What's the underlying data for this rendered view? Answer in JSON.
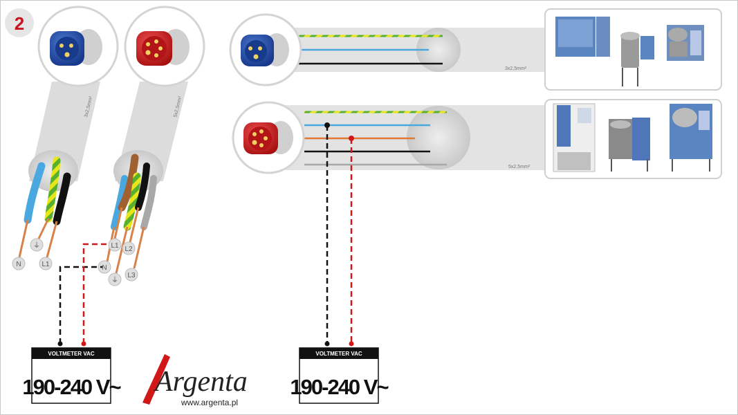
{
  "page": {
    "number": "2",
    "brand": "Argenta",
    "url": "www.argenta.pl"
  },
  "cables": {
    "single_phase_spec": "3x2,5mm²",
    "three_phase_spec": "5x2,5mm²"
  },
  "plugs": {
    "blue": "blue-230v-plug",
    "red": "red-400v-plug"
  },
  "terminals": {
    "single_phase": [
      "N",
      "L1"
    ],
    "three_phase": [
      "L1",
      "L2",
      "N",
      "L3"
    ]
  },
  "voltmeter_left": {
    "header": "VOLTMETER   VAC",
    "reading": "190-240 V~"
  },
  "voltmeter_right": {
    "header": "VOLTMETER   VAC",
    "reading": "190-240 V~"
  },
  "colors": {
    "blue_plug": "#1f4fa8",
    "red_plug": "#d6242a",
    "wire_blue": "#4aa8e0",
    "wire_yellow_green": "#c8e018",
    "wire_black": "#111111",
    "wire_brown": "#a06030",
    "wire_grey": "#9a9a9a",
    "wire_orange": "#e07830",
    "probe_red": "#d01818",
    "badge": "#c8141e",
    "cable_grey": "#d9d9d9"
  }
}
